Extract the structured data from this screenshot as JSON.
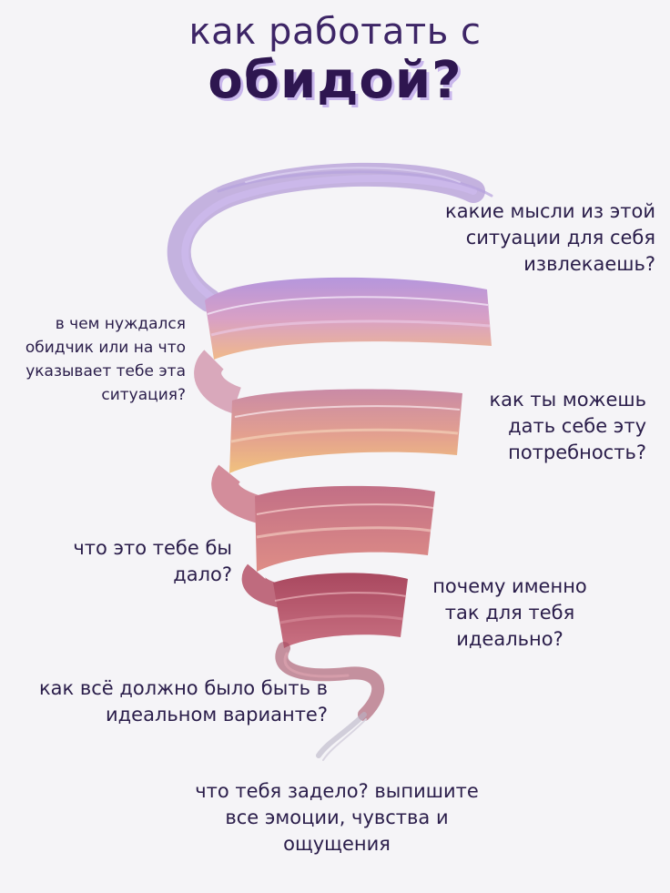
{
  "title": {
    "line1": "как работать с",
    "line2": "обидой?"
  },
  "questions": [
    "какие мысли из этой ситуации для себя извлекаешь?",
    "в чем нуждался обидчик или на что указывает тебе эта ситуация?",
    "как ты можешь дать себе эту потребность?",
    "что это тебе бы дало?",
    "почему именно так для тебя идеально?",
    "как всё должно было быть в идеальном варианте?",
    "что тебя задело? выпишите все эмоции, чувства и ощущения"
  ],
  "colors": {
    "title": "#2e1650",
    "title_shadow": "#c9b7ec",
    "spiral_top": "#9b7cc9",
    "spiral_mid": "#d98a8a",
    "spiral_bottom": "#a8475e"
  }
}
